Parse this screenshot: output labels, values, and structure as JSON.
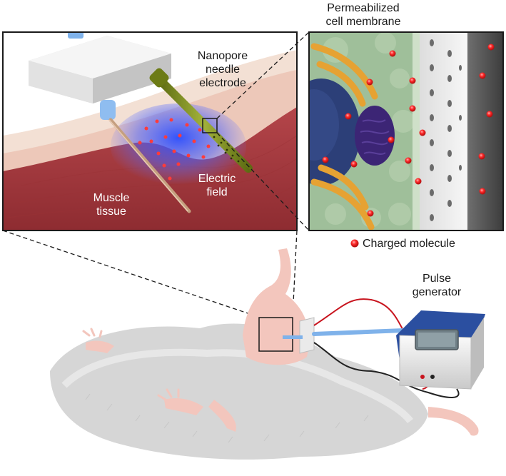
{
  "labels": {
    "needle_electrode": [
      "Nanopore",
      "needle",
      "electrode"
    ],
    "electric_field": [
      "Electric",
      "field"
    ],
    "muscle_tissue": [
      "Muscle",
      "tissue"
    ],
    "cell_membrane": [
      "Permeabilized",
      "cell membrane"
    ],
    "charged_molecule": "Charged molecule",
    "pulse_generator": [
      "Pulse",
      "generator"
    ]
  },
  "colors": {
    "muscle": "#a83a3e",
    "skin": "#edc8b9",
    "field": "#3a5cff",
    "molecule": "#ff2b2b",
    "needle": "#7a8a1e",
    "fur": "#d6d6d6",
    "rat_skin": "#f3c6bd",
    "wire_red": "#c8141e",
    "wire_black": "#222222",
    "tube_blue": "#7fb2ea",
    "organelle_orange": "#e6a233",
    "nucleus": "#2c3f78",
    "mito_purple": "#3c2575",
    "cytoplasm": "#9fbf9a"
  }
}
